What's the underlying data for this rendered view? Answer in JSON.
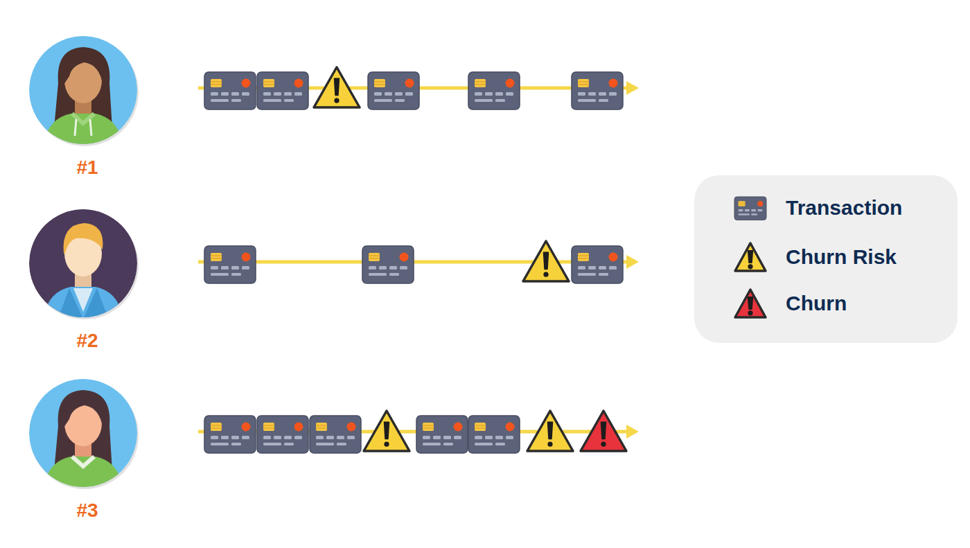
{
  "diagram": {
    "nodes": [
      {
        "text": [
          "#1"
        ]
      },
      {
        "text": [
          "#2"
        ]
      },
      {
        "text": [
          "#3"
        ]
      }
    ],
    "legend": [
      {
        "text": "Transaction"
      },
      {
        "text": "Churn Risk"
      },
      {
        "text": "Churn"
      }
    ]
  }
}
